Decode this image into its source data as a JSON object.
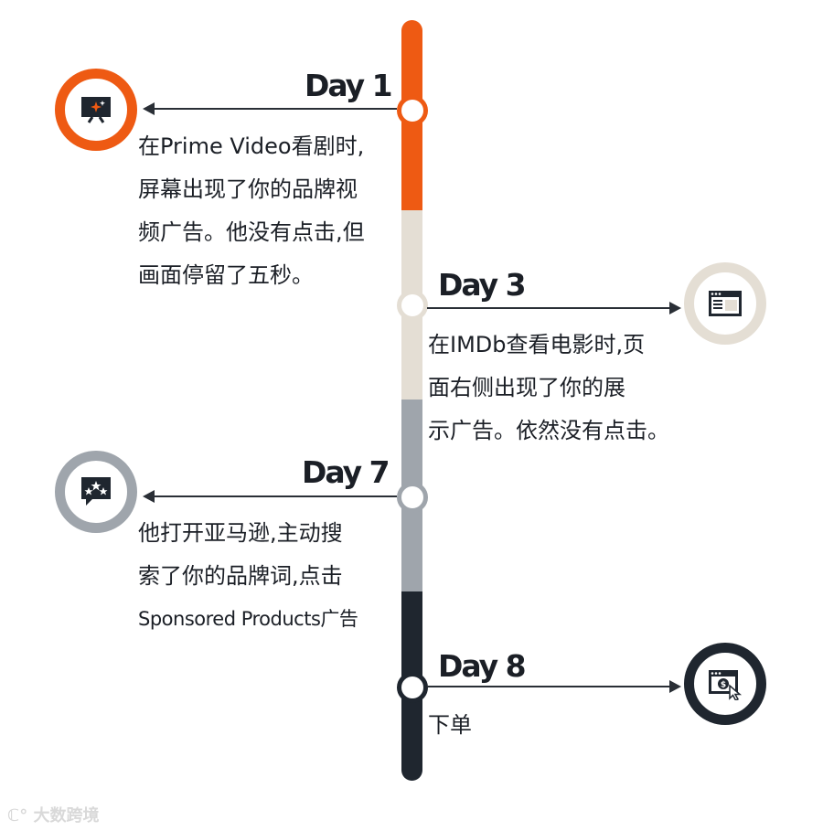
{
  "events": [
    {
      "day": "Day 1",
      "icon": "tv-icon",
      "color": "#ee5a13",
      "lines": [
        "在Prime Video看剧时,",
        "屏幕出现了你的品牌视",
        "频广告。他没有点击,但",
        "画面停留了五秒。"
      ]
    },
    {
      "day": "Day 3",
      "icon": "browser-window-icon",
      "color": "#e4ded4",
      "lines": [
        "在IMDb查看电影时,页",
        "面右侧出现了你的展",
        "示广告。依然没有点击。"
      ]
    },
    {
      "day": "Day 7",
      "icon": "review-stars-icon",
      "color": "#9fa5ac",
      "lines": [
        "他打开亚马逊,主动搜",
        "索了你的品牌词,点击",
        "Sponsored Products广告"
      ]
    },
    {
      "day": "Day 8",
      "icon": "checkout-cursor-icon",
      "color": "#1f262f",
      "lines": [
        "下单"
      ]
    }
  ],
  "watermark": "大数跨境"
}
